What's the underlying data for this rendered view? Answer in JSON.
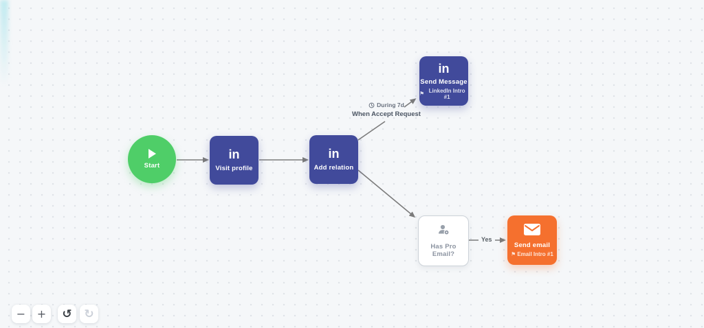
{
  "canvas": {
    "background": "#f5f7f9",
    "dot_color": "#e0e4e9"
  },
  "colors": {
    "linkedin_blue": "#414A9B",
    "start_green": "#4FCE68",
    "email_orange": "#F5702E",
    "edge_gray": "#7b7b7b"
  },
  "icons": {
    "linkedin": "in",
    "flag": "⚑",
    "undo": "↺",
    "redo": "↻",
    "zoom_out": "−",
    "zoom_in": "+"
  },
  "nodes": {
    "start": {
      "label": "Start",
      "icon": "play-icon"
    },
    "visit_profile": {
      "label": "Visit profile",
      "icon": "linkedin-icon"
    },
    "add_relation": {
      "label": "Add relation",
      "icon": "linkedin-icon"
    },
    "send_message": {
      "label": "Send Message",
      "tag": "LinkedIn Intro #1",
      "icon": "linkedin-icon"
    },
    "has_pro_email": {
      "label": "Has Pro Email?",
      "icon": "user-gear-icon"
    },
    "send_email": {
      "label": "Send email",
      "tag": "Email Intro #1",
      "icon": "envelope-icon"
    }
  },
  "edge_labels": {
    "during": "During 7d",
    "condition": "When Accept Request",
    "yes": "Yes"
  }
}
